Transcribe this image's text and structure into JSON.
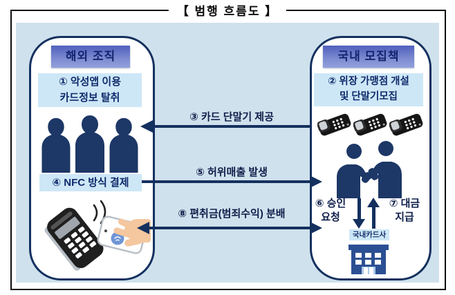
{
  "title": "【 범행 흐름도 】",
  "left_box": {
    "header": "해외 조직",
    "step1_line1": "① 악성앱 이용",
    "step1_line2": "카드정보 탈취",
    "step4": "④ NFC 방식 결제"
  },
  "right_box": {
    "header": "국내 모집책",
    "step2_line1": "② 위장 가맹점 개설",
    "step2_line2": "및 단말기모집",
    "step6_line1": "⑥ 승인",
    "step6_line2": "요청",
    "step7_line1": "⑦ 대금",
    "step7_line2": "지급",
    "card_company": "국내카드사"
  },
  "flows": {
    "step3": "③ 카드 단말기 제공",
    "step5": "⑤ 허위매출 발생",
    "step8": "⑧ 편취금(범죄수익) 분배"
  },
  "colors": {
    "background": "#ffffff",
    "panel_blue": "#cfe1ec",
    "navy": "#14305f",
    "info_box_blue": "#cde7f7",
    "header_gradient_top": "#5060bc",
    "header_gradient_bottom": "#93a0dc",
    "text_navy": "#0f2a6a",
    "silhouette_navy": "#1d3766",
    "skin": "#f4c79f",
    "nfc_dot_blue": "#6f95d6"
  }
}
